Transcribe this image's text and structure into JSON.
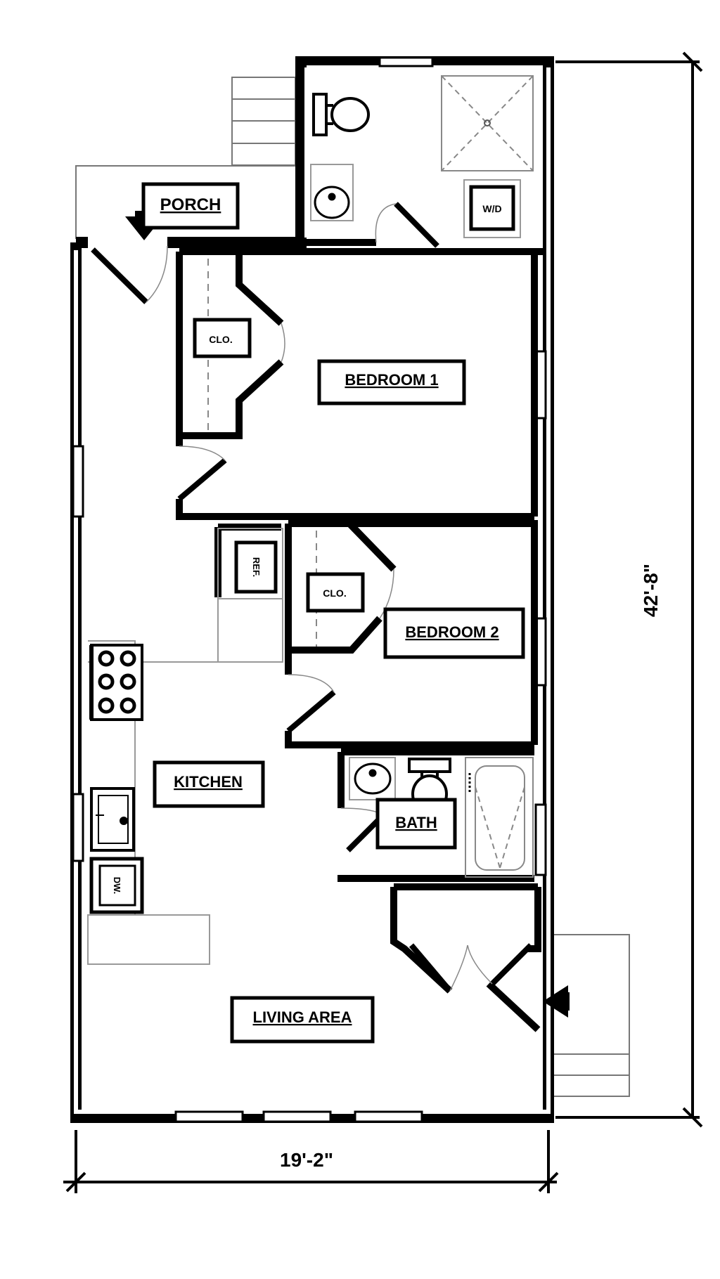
{
  "rooms": {
    "porch": "PORCH",
    "bedroom1": "BEDROOM 1",
    "bedroom2": "BEDROOM 2",
    "kitchen": "KITCHEN",
    "bath": "BATH",
    "living": "LIVING AREA",
    "closet1": "CLO.",
    "closet2": "CLO."
  },
  "fixtures": {
    "washer_dryer": "W/D",
    "refrigerator": "REF.",
    "dishwasher": "DW."
  },
  "dimensions": {
    "width": "19'-2\"",
    "height": "42'-8\""
  }
}
